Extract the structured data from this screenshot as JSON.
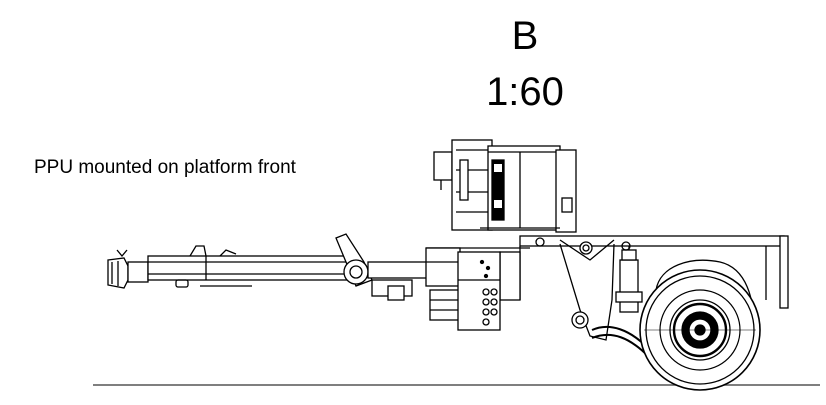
{
  "view": {
    "letter": "B",
    "scale": "1:60"
  },
  "caption": "PPU mounted on platform front",
  "colors": {
    "line": "#000000",
    "background": "#ffffff",
    "ground": "#555555"
  }
}
